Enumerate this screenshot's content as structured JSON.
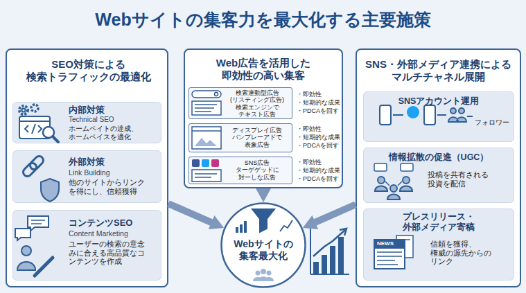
{
  "diagram": {
    "title": "Webサイトの集客力を最大化する主要施策",
    "nodes": [
      {
        "text": [
          "SEO対策による 検索トラフィックの最適化"
        ]
      },
      {
        "text": [
          "内部対策",
          "Technical SEO",
          "ホームペイトの達成、 ホームペイスを適化"
        ],
        "in": 0
      },
      {
        "text": [
          "外部対策",
          "Link Building",
          "他のサイトからリンク を得にし、信頼獲得"
        ],
        "in": 0
      },
      {
        "text": [
          "コンテンツSEO",
          "Content Marketing",
          "ユーザーの検索の意念 みに合える高品質なコ ンテンツを作成"
        ],
        "in": 0
      },
      {
        "text": [
          "Web広告を活用した 即効性の高い集客"
        ]
      },
      {
        "text": [
          "検索連動型広告 (リスティング広告) 検索エンジンで テキスト広告"
        ],
        "in": 4
      },
      {
        "text": [
          "ディスプレイ広告 バンプレーアドで 表象広告"
        ],
        "in": 4
      },
      {
        "text": [
          "SNS広告 ターゲゲッドに 対ーしな広告"
        ],
        "in": 4
      },
      {
        "text": [
          "SNS・外部メディア連携による マルチチャネル展開"
        ]
      },
      {
        "text": [
          "SNSアカウント運用",
          "フォロワー"
        ],
        "in": 8
      },
      {
        "text": [
          "情報拡散の促進（UGC）",
          "投稿を共有される 投資を配信"
        ],
        "in": 8
      },
      {
        "text": [
          "プレスリリース・ 外部メディア寄稿",
          "NEWS",
          "信頼を獲得、 権威の源先からの リンク"
        ],
        "in": 8
      },
      {
        "text": [
          "Webサイトの 集客最大化"
        ]
      }
    ],
    "edges": [
      {
        "from": 0,
        "to": 12,
        "arrow": "to"
      },
      {
        "from": 4,
        "to": 12,
        "arrow": "to"
      },
      {
        "from": 8,
        "to": 12,
        "arrow": "to"
      }
    ],
    "labels": [
      "・即効性",
      "・短期的な成果",
      "・PDCAを回す",
      "・即効性",
      "・短期的な成果",
      "・PDCAを回す",
      "・即効性",
      "・短期的な成果",
      "・PDCAを回す"
    ]
  }
}
